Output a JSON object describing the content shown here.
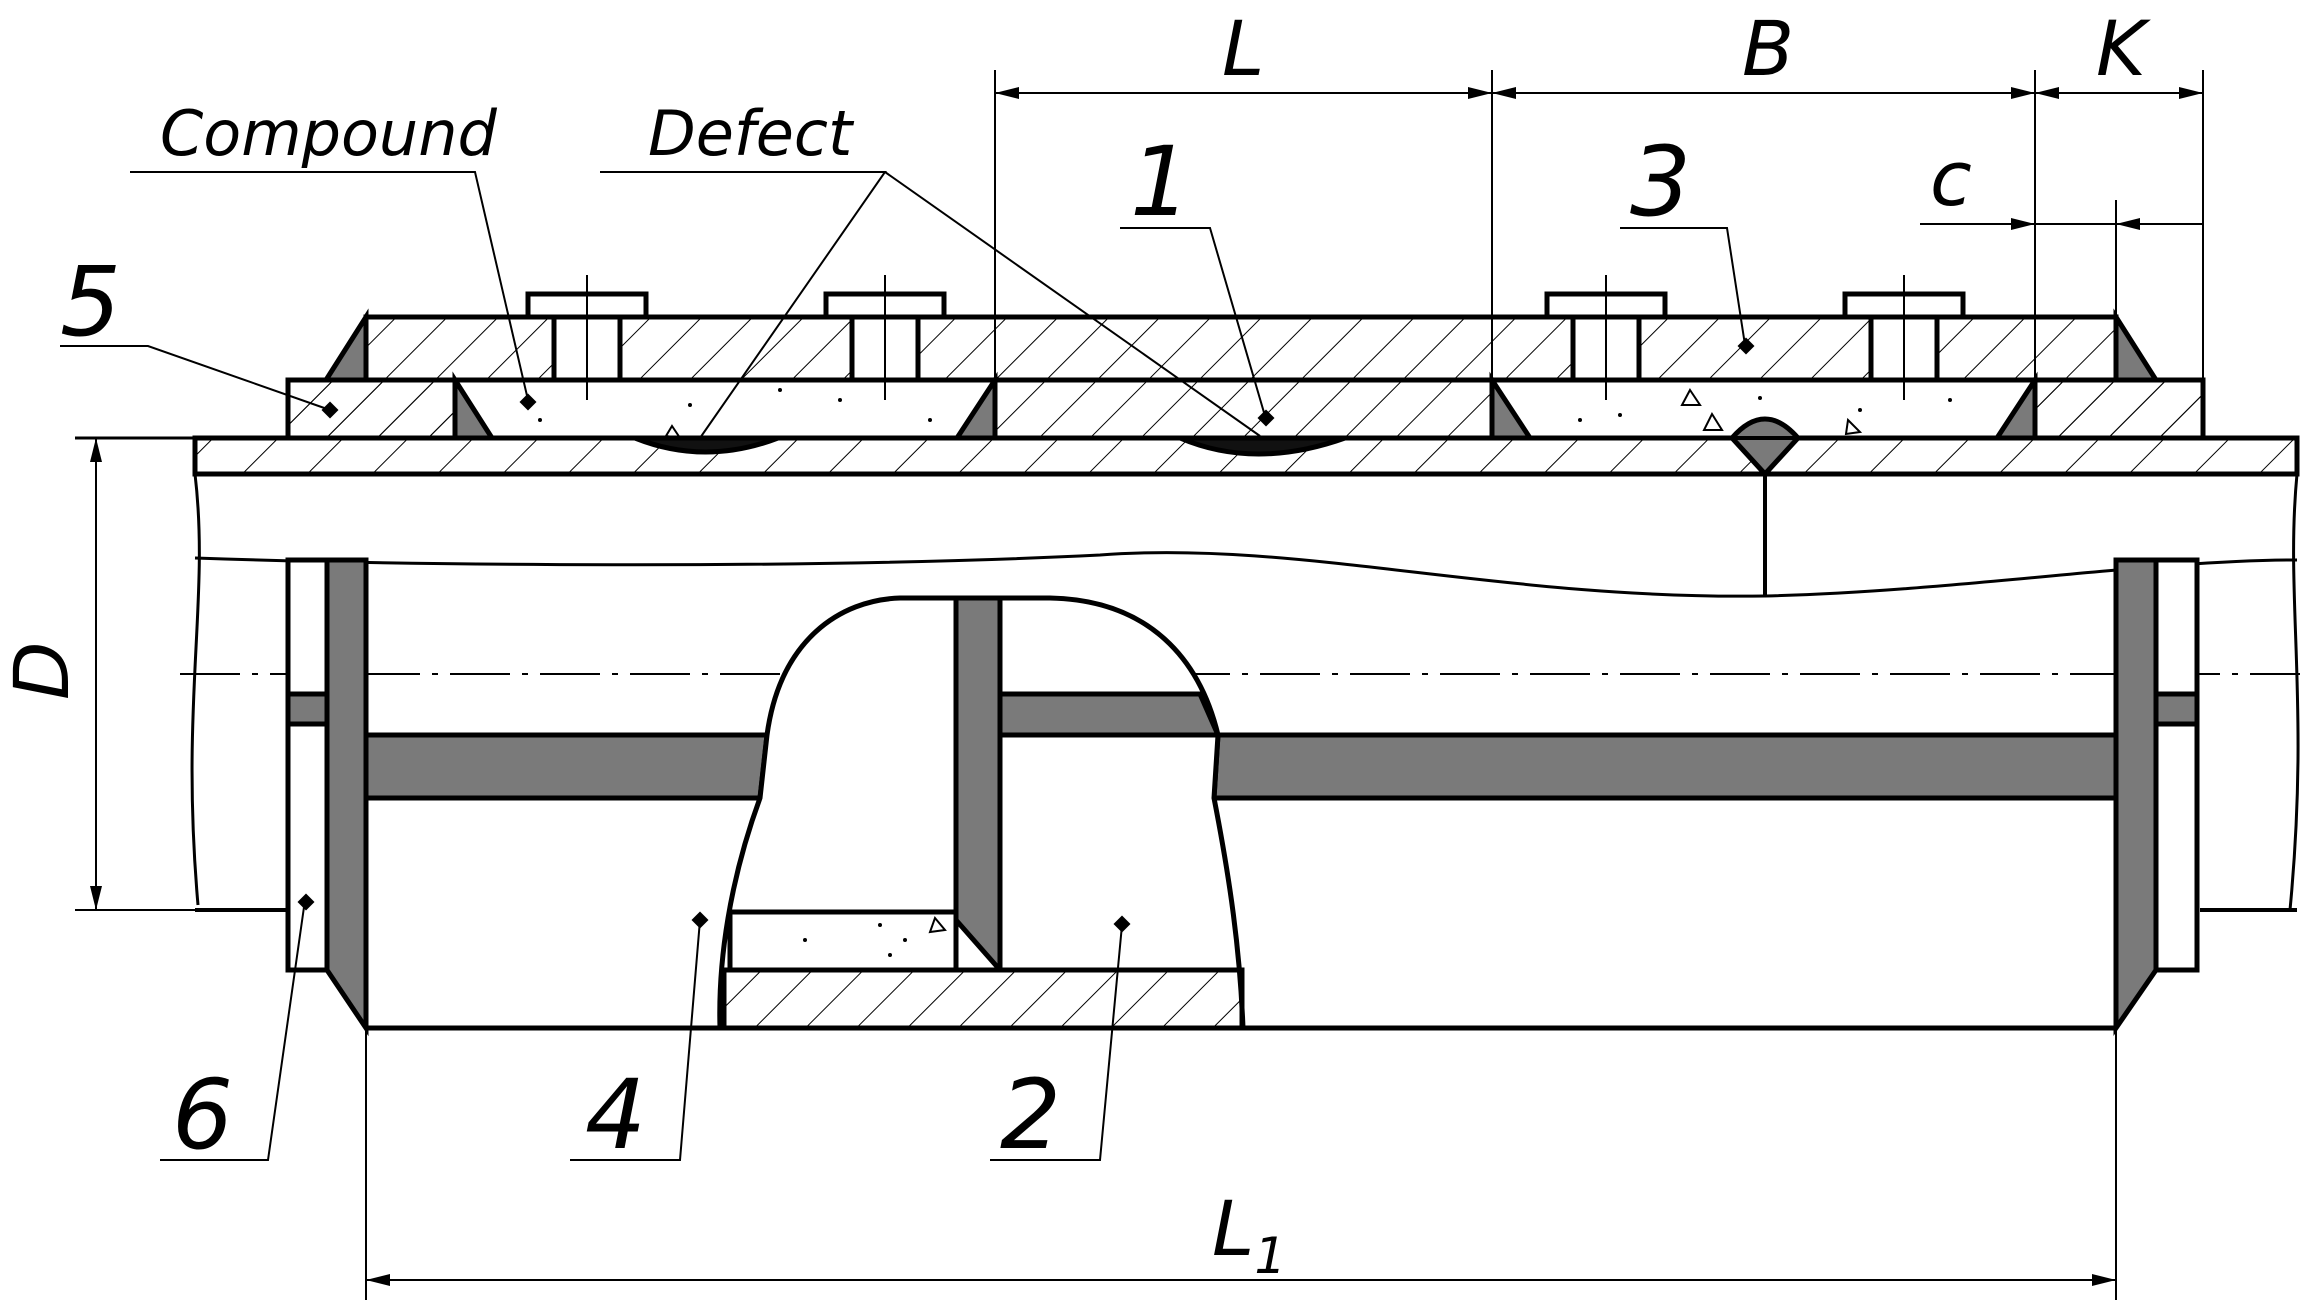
{
  "labels": {
    "compound": "Compound",
    "defect": "Defect",
    "part_1": "1",
    "part_2": "2",
    "part_3": "3",
    "part_4": "4",
    "part_5": "5",
    "part_6": "6"
  },
  "dimensions": {
    "L": "L",
    "B": "B",
    "K": "K",
    "c": "c",
    "D": "D",
    "L1_main": "L",
    "L1_sub": "1"
  },
  "colors": {
    "line": "#000000",
    "fill_dark": "#7a7a7a",
    "hatch": "#000000",
    "background": "#ffffff"
  }
}
